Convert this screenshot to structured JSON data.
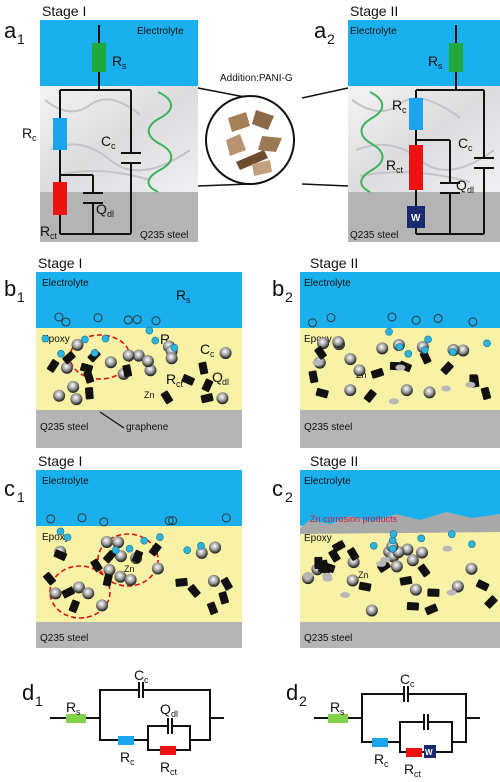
{
  "panels": {
    "a1": {
      "letter": "a",
      "sub": "1",
      "stage": "Stage I",
      "electrolyte": "Electrolyte",
      "substrate": "Q235 steel",
      "Rs": "R",
      "Rs_sub": "s",
      "Rc": "R",
      "Rc_sub": "c",
      "Cc": "C",
      "Cc_sub": "c",
      "Qdl": "Q",
      "Qdl_sub": "dl",
      "Rct": "R",
      "Rct_sub": "ct"
    },
    "a2": {
      "letter": "a",
      "sub": "2",
      "stage": "Stage II",
      "electrolyte": "Electrolyte",
      "substrate": "Q235 steel",
      "Rs": "R",
      "Rs_sub": "s",
      "Rc": "R",
      "Rc_sub": "c",
      "Cc": "C",
      "Cc_sub": "c",
      "Qdl": "Q",
      "Qdl_sub": "dl",
      "Rct": "R",
      "Rct_sub": "ct",
      "W": "W"
    },
    "addition": "Addition:PANI-G",
    "b1": {
      "letter": "b",
      "sub": "1",
      "stage": "Stage I",
      "electrolyte": "Electrolyte",
      "coating": "Epoxy",
      "substrate": "Q235 steel",
      "Rs": "R",
      "Rs_sub": "s",
      "Rc": "R",
      "Rc_sub": "c",
      "Cc": "C",
      "Cc_sub": "c",
      "Rct": "R",
      "Rct_sub": "ct",
      "Qdl": "Q",
      "Qdl_sub": "dl",
      "zn": "Zn",
      "graphene": "graphene"
    },
    "b2": {
      "letter": "b",
      "sub": "2",
      "stage": "Stage II",
      "electrolyte": "Electrolyte",
      "coating": "Epoxy",
      "substrate": "Q235 steel",
      "zn": "Zn"
    },
    "c1": {
      "letter": "c",
      "sub": "1",
      "stage": "Stage I",
      "electrolyte": "Electrolyte",
      "coating": "Epoxy",
      "substrate": "Q235 steel",
      "zn": "Zn"
    },
    "c2": {
      "letter": "c",
      "sub": "2",
      "stage": "Stage II",
      "electrolyte": "Electrolyte",
      "coating": "Epoxy",
      "substrate": "Q235 steel",
      "zn": "Zn",
      "products": "Zn corrosion products"
    },
    "d1": {
      "letter": "d",
      "sub": "1",
      "Rs": "R",
      "Rs_sub": "s",
      "Cc": "C",
      "Cc_sub": "c",
      "Qdl": "Q",
      "Qdl_sub": "dl",
      "Rc": "R",
      "Rc_sub": "c",
      "Rct": "R",
      "Rct_sub": "ct"
    },
    "d2": {
      "letter": "d",
      "sub": "2",
      "Rs": "R",
      "Rs_sub": "s",
      "Cc": "C",
      "Cc_sub": "c",
      "Rc": "R",
      "Rc_sub": "c",
      "Rct": "R",
      "Rct_sub": "ct",
      "W": "W"
    }
  },
  "colors": {
    "electrolyte": "#1ab0ee",
    "epoxy": "#f8f2a6",
    "steel": "#b4b4b4",
    "marble": "#e9e9ea",
    "rs": "#1fa83c",
    "rc": "#19a6ee",
    "rct": "#ee1111",
    "w": "#1a2a6e",
    "rs_light": "#84d24a",
    "zn": "#2bb6e2",
    "dash": "#e01010",
    "products": "#c81e3c",
    "wave": "#39b45a"
  }
}
